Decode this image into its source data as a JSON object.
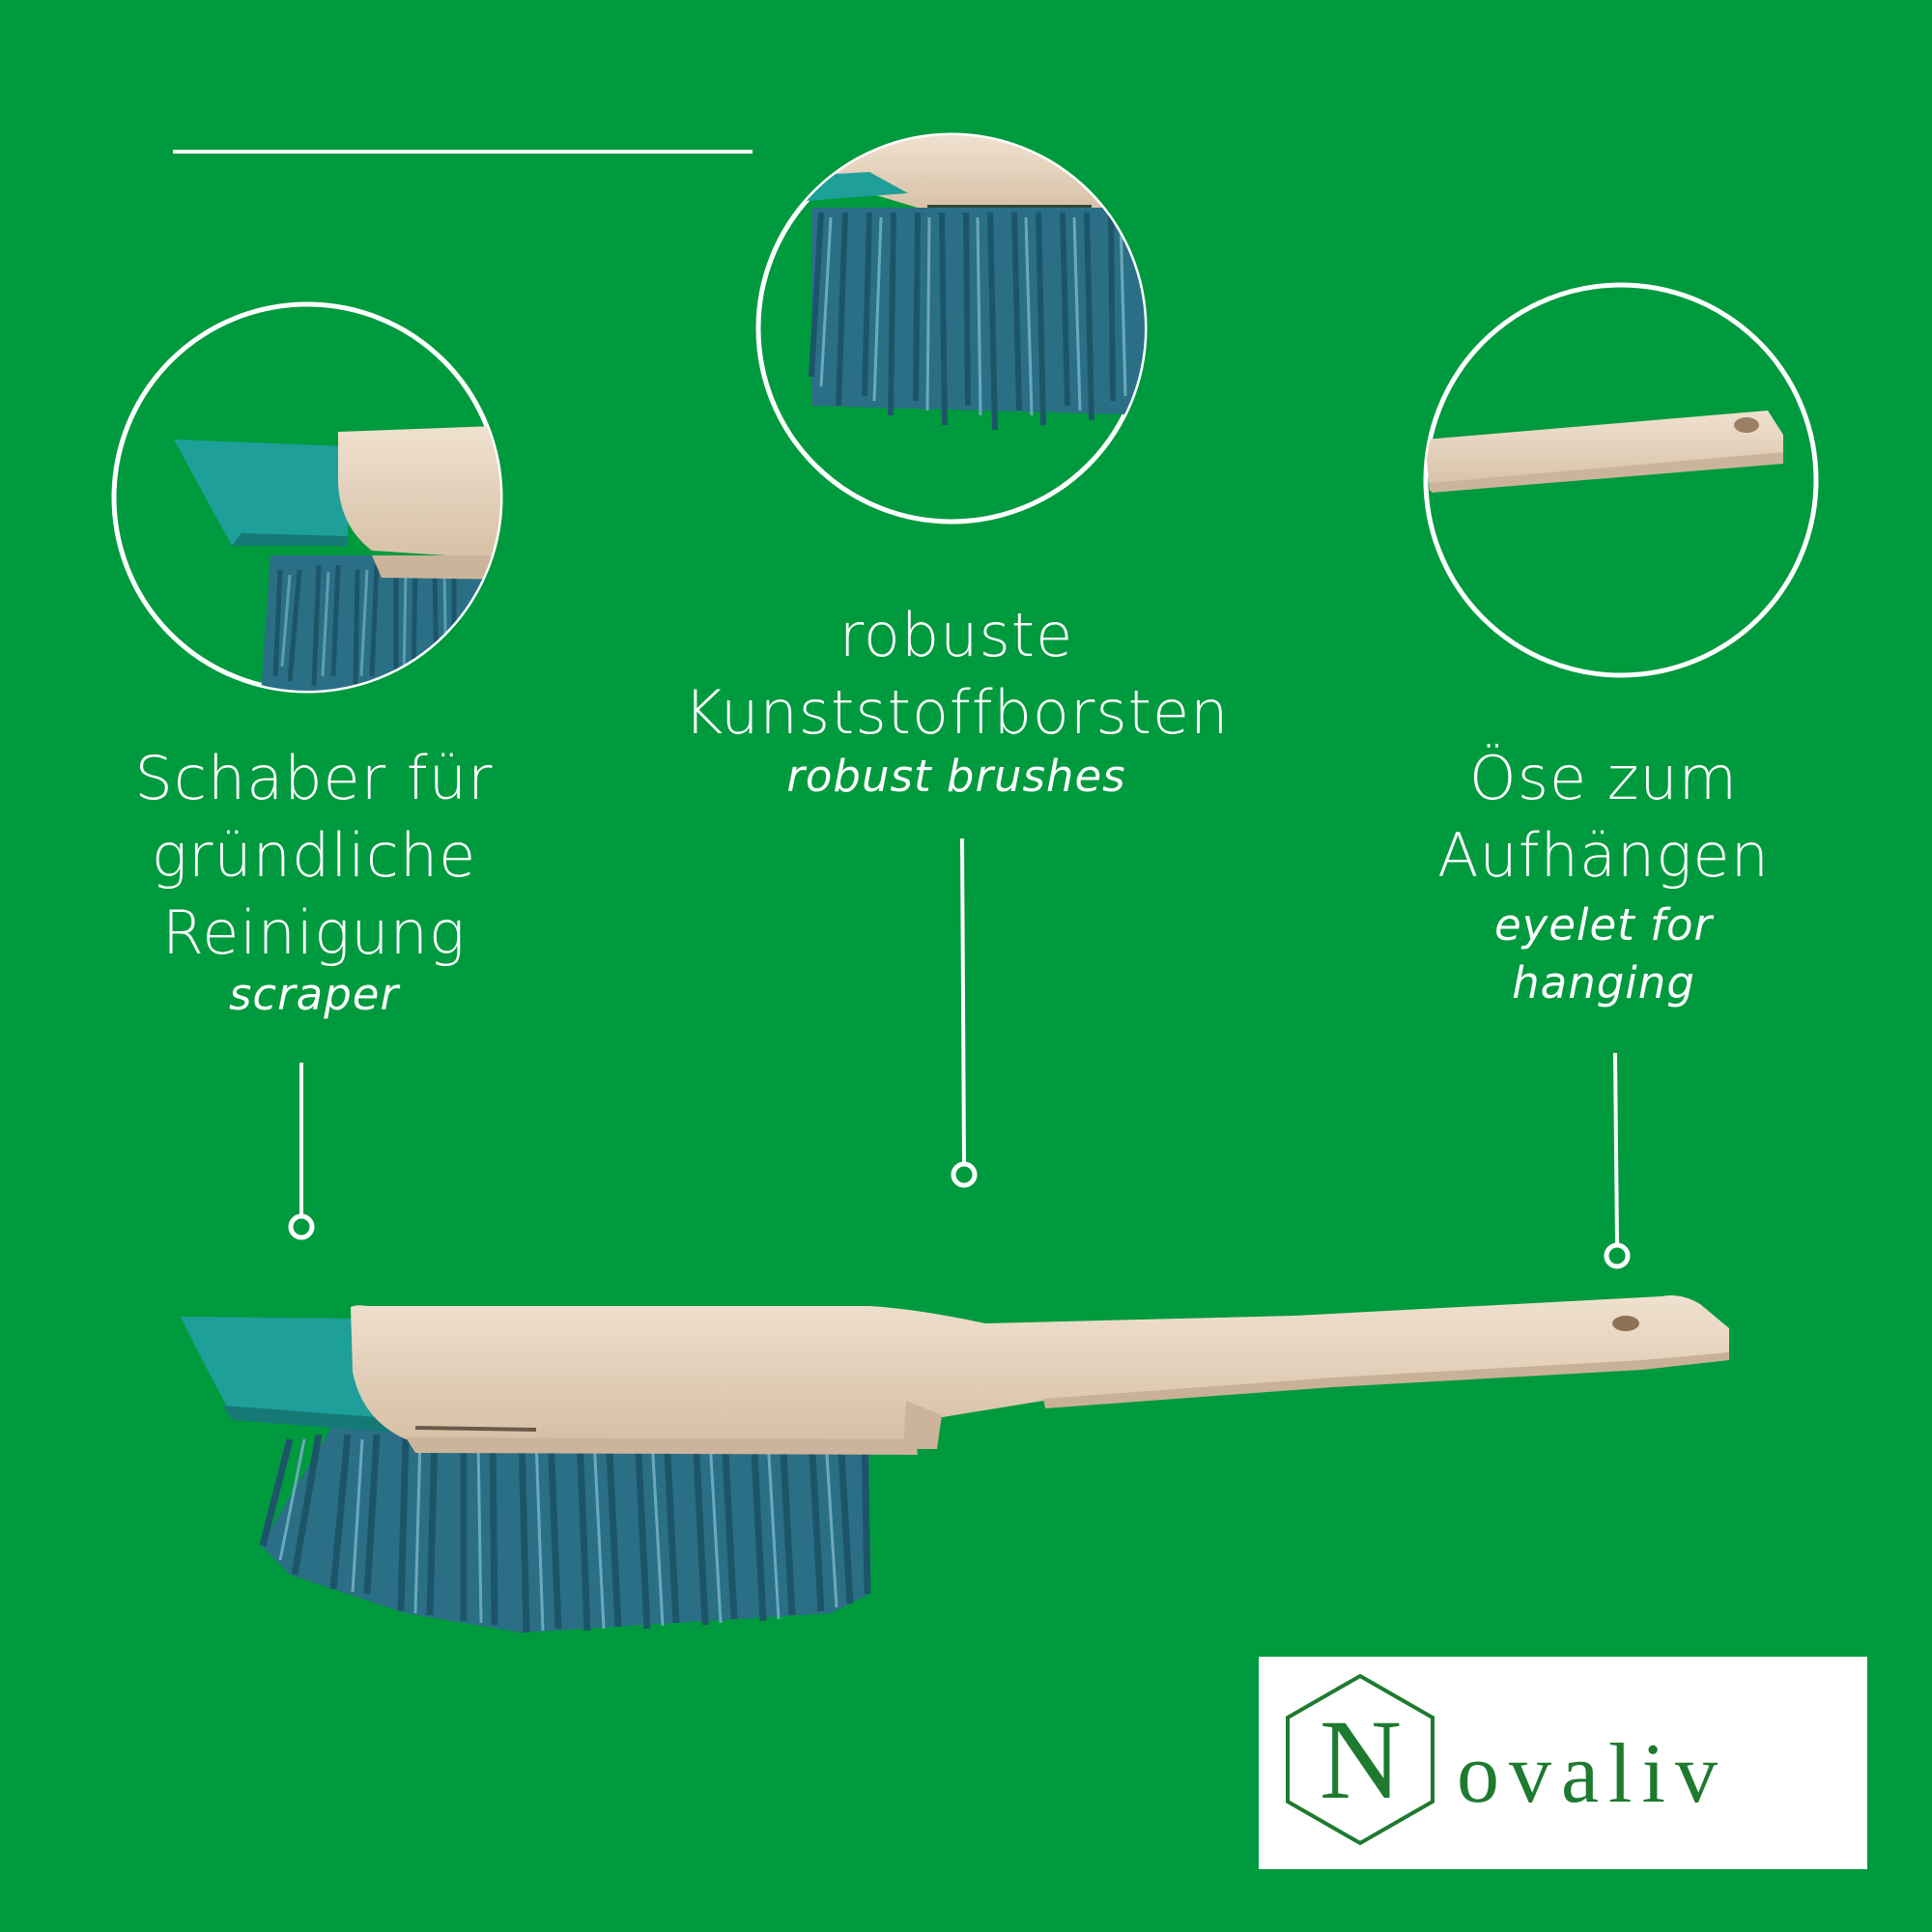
{
  "colors": {
    "background": "#009a3e",
    "line": "#ffffff",
    "wood": "#e8d6c2",
    "wood_shade": "#cbb49b",
    "scraper": "#1e9f9a",
    "bristles": "#2b6f86",
    "logo_green": "#1e7a2f"
  },
  "features": {
    "scraper": {
      "de": "Schaber für\ngründliche\nReinigung",
      "en": "scraper",
      "icon": "scraper-closeup"
    },
    "bristles": {
      "de": "robuste\nKunststoffborsten",
      "en": "robust brushes",
      "icon": "bristles-closeup"
    },
    "eyelet": {
      "de": "Öse zum\nAufhängen",
      "en": "eyelet for\nhanging",
      "icon": "eyelet-closeup"
    }
  },
  "product": {
    "icon": "scrubbing-brush-with-scraper"
  },
  "logo": {
    "brand": "Novaliv",
    "first_letter": "N",
    "rest": "ovaliv"
  }
}
